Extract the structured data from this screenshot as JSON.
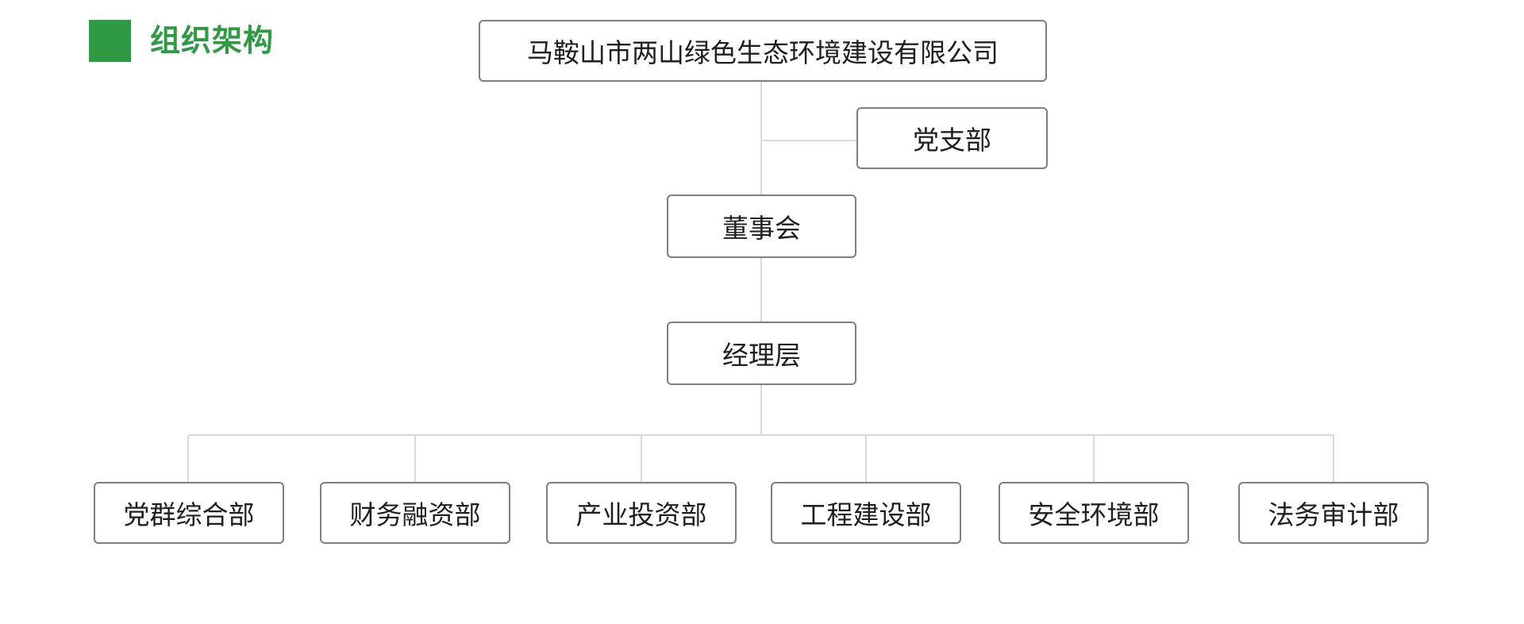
{
  "header": {
    "title": "组织架构",
    "marker_icon": "green-square-bullet"
  },
  "colors": {
    "accent_green": "#2e9b44",
    "box_border": "#7f7f7f",
    "connector": "#d9d9d9",
    "text": "#1f1f1f",
    "background": "#ffffff"
  },
  "org_chart": {
    "type": "org-tree",
    "root": {
      "label": "马鞍山市两山绿色生态环境建设有限公司"
    },
    "side_branch": {
      "label": "党支部"
    },
    "levels": [
      {
        "label": "董事会"
      },
      {
        "label": "经理层"
      }
    ],
    "departments": [
      {
        "label": "党群综合部"
      },
      {
        "label": "财务融资部"
      },
      {
        "label": "产业投资部"
      },
      {
        "label": "工程建设部"
      },
      {
        "label": "安全环境部"
      },
      {
        "label": "法务审计部"
      }
    ]
  }
}
